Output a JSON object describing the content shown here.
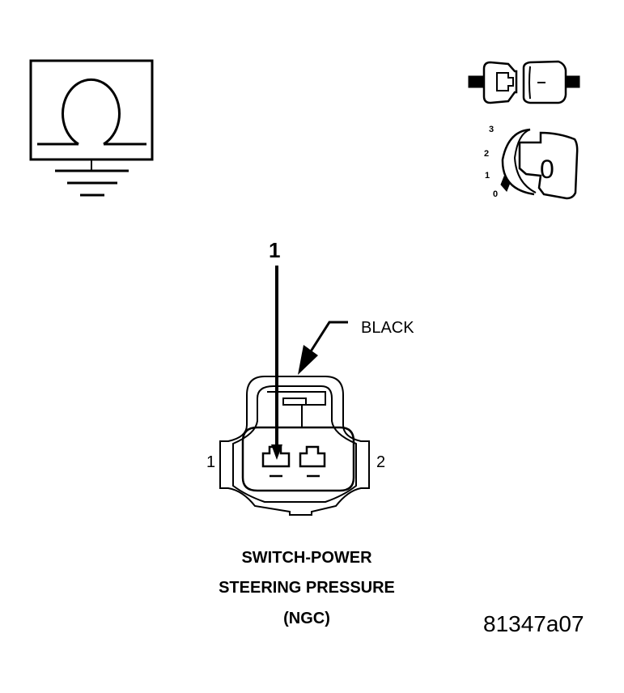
{
  "probe": {
    "pin_number": "1"
  },
  "connector": {
    "color_label": "BLACK",
    "pin_left": "1",
    "pin_right": "2"
  },
  "title": {
    "line1": "SWITCH-POWER",
    "line2": "STEERING PRESSURE",
    "line3": "(NGC)"
  },
  "figure_id": "81347a07",
  "key_switch": {
    "positions": [
      "3",
      "2",
      "1",
      "0"
    ],
    "key_letter": "0"
  },
  "icons": {
    "ohmmeter": "ohm-meter-ground-icon",
    "disconnect": "connector-disconnected-icon",
    "ignition": "ignition-key-off-icon"
  }
}
